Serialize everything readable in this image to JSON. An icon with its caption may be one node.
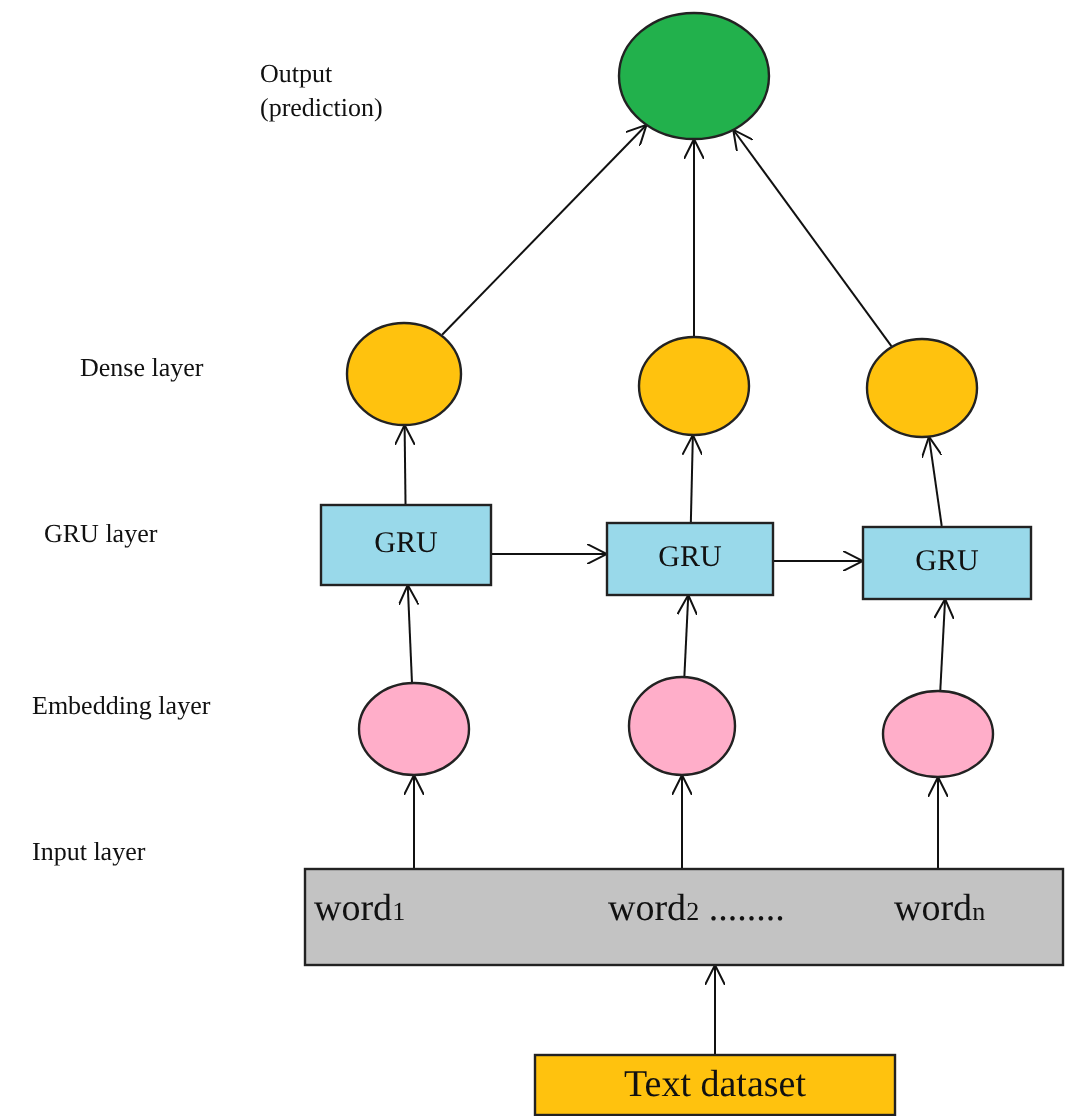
{
  "diagram": {
    "nodes": [
      {
        "text": [],
        "shape": "circle"
      },
      {
        "text": [],
        "shape": "circle"
      },
      {
        "text": [],
        "shape": "circle"
      },
      {
        "text": [],
        "shape": "circle"
      },
      {
        "text": [
          "GRU"
        ]
      },
      {
        "text": [
          "GRU"
        ]
      },
      {
        "text": [
          "GRU"
        ]
      },
      {
        "text": [],
        "shape": "circle"
      },
      {
        "text": [],
        "shape": "circle"
      },
      {
        "text": [],
        "shape": "circle"
      },
      {
        "text": [
          "word$_{1}$",
          "word$_{2}$ ........",
          "word$_{n}$"
        ]
      },
      {
        "text": [
          "Text dataset"
        ]
      }
    ],
    "edges": [
      {
        "from": 1,
        "to": 0,
        "arrow": "to"
      },
      {
        "from": 2,
        "to": 0,
        "arrow": "to"
      },
      {
        "from": 3,
        "to": 0,
        "arrow": "to"
      },
      {
        "from": 4,
        "to": 1,
        "arrow": "to"
      },
      {
        "from": 5,
        "to": 2,
        "arrow": "to"
      },
      {
        "from": 6,
        "to": 3,
        "arrow": "to"
      },
      {
        "from": 4,
        "to": 5,
        "arrow": "to"
      },
      {
        "from": 5,
        "to": 6,
        "arrow": "to"
      },
      {
        "from": 7,
        "to": 4,
        "arrow": "to"
      },
      {
        "from": 8,
        "to": 5,
        "arrow": "to"
      },
      {
        "from": 9,
        "to": 6,
        "arrow": "to"
      },
      {
        "from": 10,
        "to": 7,
        "arrow": "to"
      },
      {
        "from": 10,
        "to": 8,
        "arrow": "to"
      },
      {
        "from": 10,
        "to": 9,
        "arrow": "to"
      },
      {
        "from": 11,
        "to": 10,
        "arrow": "to"
      }
    ],
    "labels": [
      "Output (prediction)",
      "Dense layer",
      "GRU layer",
      "Embedding layer",
      "Input layer"
    ]
  }
}
